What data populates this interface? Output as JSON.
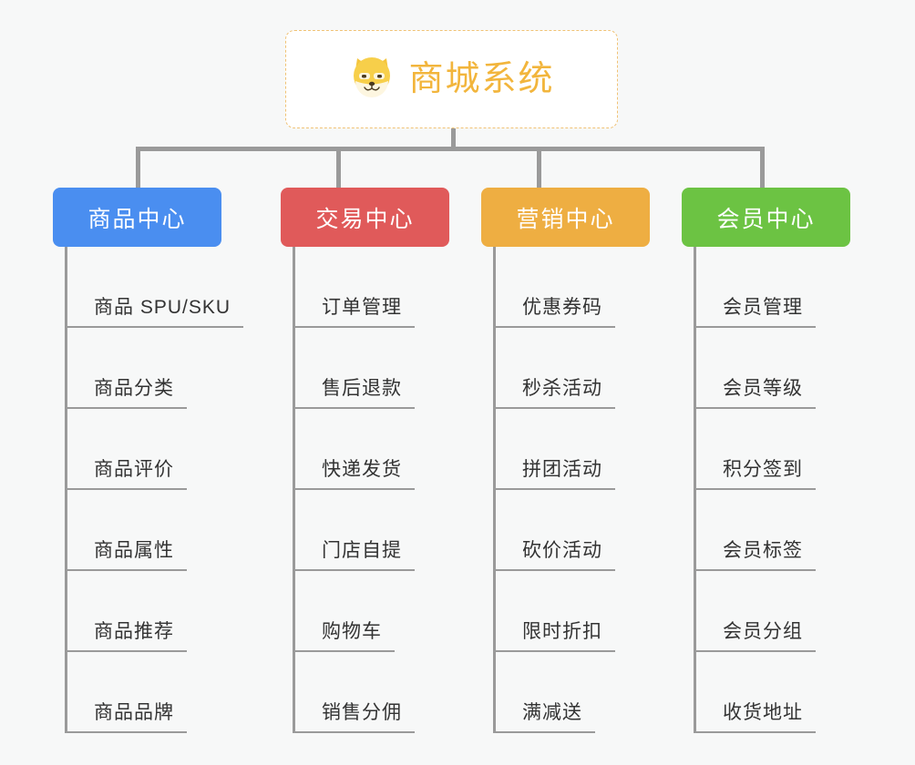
{
  "root": {
    "title": "商城系统",
    "icon": "shiba-dog-icon",
    "text_color": "#f2b53c",
    "border_color": "#f0c275",
    "background": "#ffffff"
  },
  "background": "#f7f8f8",
  "connector_color": "#9a9a9a",
  "columns": [
    {
      "id": "product-center",
      "label": "商品中心",
      "color": "#4a8ef0",
      "items": [
        "商品 SPU/SKU",
        "商品分类",
        "商品评价",
        "商品属性",
        "商品推荐",
        "商品品牌"
      ]
    },
    {
      "id": "trade-center",
      "label": "交易中心",
      "color": "#e05a5a",
      "items": [
        "订单管理",
        "售后退款",
        "快递发货",
        "门店自提",
        "购物车",
        "销售分佣"
      ]
    },
    {
      "id": "marketing-center",
      "label": "营销中心",
      "color": "#eeae42",
      "items": [
        "优惠券码",
        "秒杀活动",
        "拼团活动",
        "砍价活动",
        "限时折扣",
        "满减送"
      ]
    },
    {
      "id": "member-center",
      "label": "会员中心",
      "color": "#6cc343",
      "items": [
        "会员管理",
        "会员等级",
        "积分签到",
        "会员标签",
        "会员分组",
        "收货地址"
      ]
    }
  ]
}
